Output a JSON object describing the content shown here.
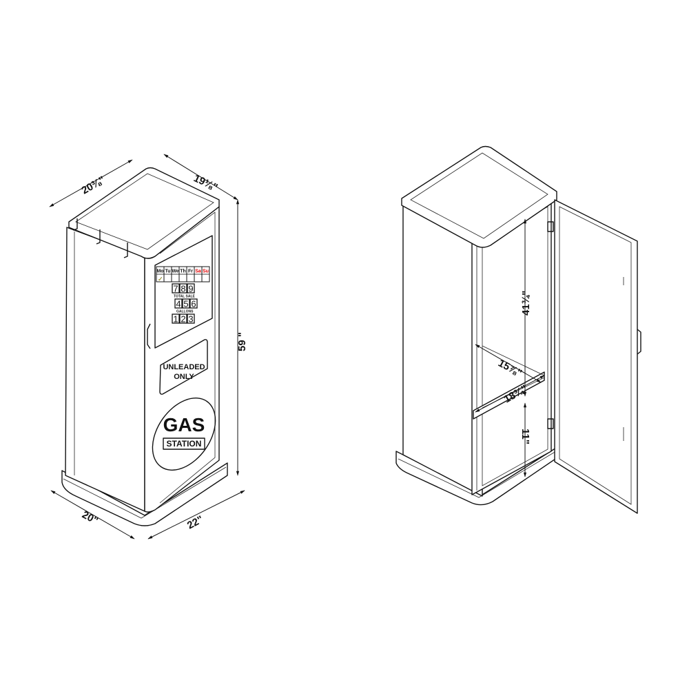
{
  "dimensions": {
    "depth_top": "20⅜\"",
    "width_top": "19⅛\"",
    "height": "59 \"",
    "base_depth": "20\"",
    "base_width": "22\"",
    "interior_height_upper": "41¾\"",
    "shelf_depth": "15⅞\"",
    "shelf_width": "18¾\"",
    "interior_height_lower": "11\""
  },
  "panel": {
    "days": [
      "Mo",
      "Tu",
      "We",
      "Th",
      "Fr",
      "Sa",
      "Su"
    ],
    "weekend_color": "#e00000",
    "check_color": "#e8d800",
    "row1": [
      "7",
      "8",
      "9"
    ],
    "row1_label": "TOTAL SALE",
    "row2": [
      "4",
      "5",
      "6"
    ],
    "row2_label": "GALLONS",
    "row3": [
      "1",
      "2",
      "3"
    ]
  },
  "signs": {
    "unleaded_line1": "UNLEADED",
    "unleaded_line2": "ONLY",
    "gas": "GAS",
    "station": "STATION"
  }
}
